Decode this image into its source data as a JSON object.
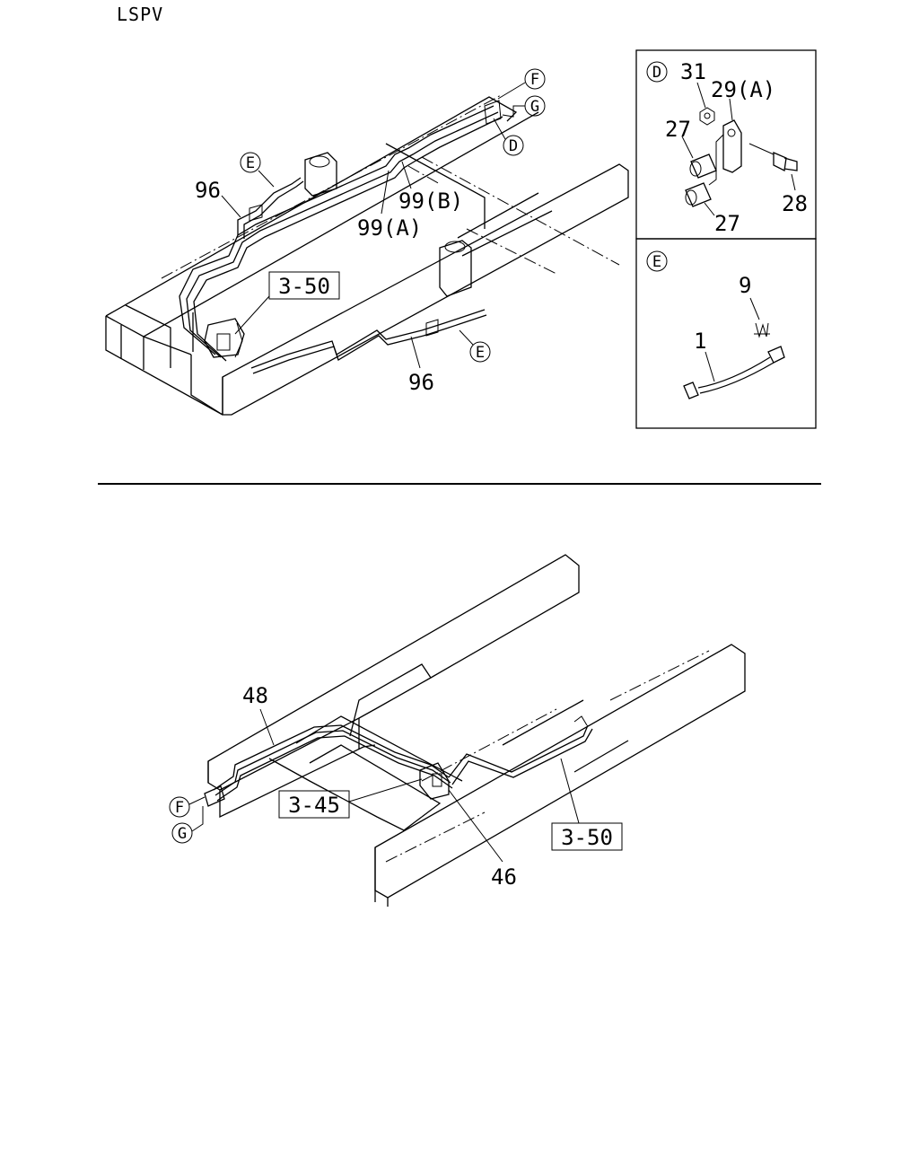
{
  "header": {
    "title": "LSPV"
  },
  "upper_view": {
    "callouts": {
      "circle_F": "F",
      "circle_G": "G",
      "circle_D": "D",
      "circle_E_top": "E",
      "circle_E_bottom": "E",
      "part_96_top": "96",
      "part_96_bottom": "96",
      "part_99B": "99(B)",
      "part_99A": "99(A)",
      "ref_box": "3-50"
    }
  },
  "detail_D": {
    "letter": "D",
    "labels": {
      "p31": "31",
      "p29A": "29(A)",
      "p27_top": "27",
      "p27_bottom": "27",
      "p28": "28"
    }
  },
  "detail_E": {
    "letter": "E",
    "labels": {
      "p9": "9",
      "p1": "1"
    }
  },
  "lower_view": {
    "callouts": {
      "part_48": "48",
      "circle_F": "F",
      "circle_G": "G",
      "ref_box_345": "3-45",
      "part_46": "46",
      "ref_box_350": "3-50"
    }
  }
}
